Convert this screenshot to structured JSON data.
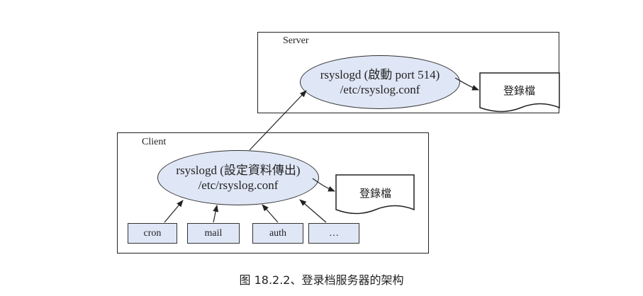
{
  "server": {
    "label": "Server",
    "daemon_line1": "rsyslogd (啟動 port 514)",
    "daemon_line2": "/etc/rsyslog.conf",
    "logfile": "登錄檔"
  },
  "client": {
    "label": "Client",
    "daemon_line1": "rsyslogd (設定資料傳出)",
    "daemon_line2": "/etc/rsyslog.conf",
    "logfile": "登錄檔",
    "sources": [
      "cron",
      "mail",
      "auth",
      "…"
    ]
  },
  "caption": "图 18.2.2、登录档服务器的架构",
  "colors": {
    "ellipse_fill": "#dfe6f5",
    "source_fill": "#dfe6f5",
    "border": "#222222"
  }
}
